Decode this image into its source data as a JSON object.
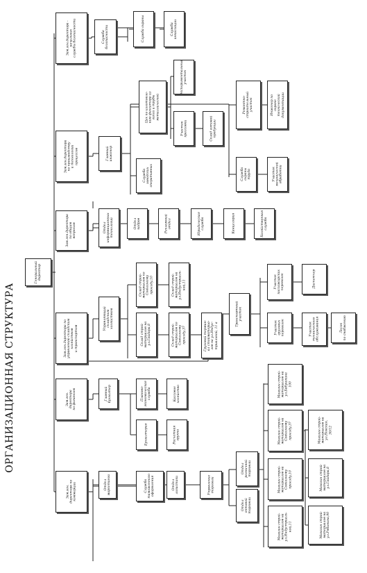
{
  "title": "ОРГАНИЗАЦИОННАЯ СТРУКТУРА",
  "nodes": [
    {
      "id": "gd",
      "text": "Генеральный\nдиректор"
    },
    {
      "id": "d1",
      "text": "Зам.ген.\nдиректора по\nкоммерции"
    },
    {
      "id": "d2",
      "text": "Зам.ген.\nдиректора\nпо финансам"
    },
    {
      "id": "d3",
      "text": "Зам.ген.директора по\nуправлению складским\nхозяйством\nи транспортом"
    },
    {
      "id": "d4",
      "text": "Зам.ген.директора\nпо общим\nвопросам"
    },
    {
      "id": "d5",
      "text": "Зам.ген.директора\nпо производству\nи технологии\nпроцессов"
    },
    {
      "id": "d6",
      "text": "Зам.ген.директора -\nначальник\nслужбы безопасности"
    },
    {
      "id": "n1",
      "text": "Отдел\nмаркетинга"
    },
    {
      "id": "n2",
      "text": "Служба\nтаможенного\nоформления"
    },
    {
      "id": "n3",
      "text": "Отдел\nлогистики"
    },
    {
      "id": "n4",
      "text": "Управление\nторговли"
    },
    {
      "id": "n5",
      "text": "Отдел\nоптовой\nторговли"
    },
    {
      "id": "n6",
      "text": "Отдел\nрозничной\nторговли"
    },
    {
      "id": "m1",
      "text": "Магазин строй-\nматериалов на\nул.Индустриаль-\nной,11"
    },
    {
      "id": "m2",
      "text": "Магазин строй-\nматериалов на\nСовхозному\nпроезду,10"
    },
    {
      "id": "m3",
      "text": "Магазин строй-\nматериалов на\nСовхозному\nпроезду,37"
    },
    {
      "id": "m4",
      "text": "Магазин строй-\nматериалов на\nул.Бабушкина\n100"
    },
    {
      "id": "m5",
      "text": "Магазин строй-\nматериалов на\nул.Рябинина,90"
    },
    {
      "id": "m6",
      "text": "Магазин строй-\nматериалов на\nул.Гайдара,8"
    },
    {
      "id": "m7",
      "text": "Магазин строй-\nматериалов на\nул.Невская,\n30/12"
    },
    {
      "id": "f1",
      "text": "Главный\nбухгалтер"
    },
    {
      "id": "f2",
      "text": "Бухгалтерия"
    },
    {
      "id": "f3",
      "text": "Расчетная\nгруппа"
    },
    {
      "id": "f4",
      "text": "Планово-\nэкономическая\nслужба"
    },
    {
      "id": "f5",
      "text": "Кассовое\nхозяйство"
    },
    {
      "id": "s1",
      "text": "Управляющий\nскладским\nхозяйством"
    },
    {
      "id": "s2",
      "text": "Склад строй-\nматериалов на\nул.Гайдара,8"
    },
    {
      "id": "s3",
      "text": "Склад строй-\nматериалов по\nСовхозному\nпроезду,37"
    },
    {
      "id": "s4",
      "text": "Склад строй-\nматериалов по\nСовхозному\nпроезду,10"
    },
    {
      "id": "s5",
      "text": "Склад строй-\nматериалов на\nул.Индустриаль-\nной,11"
    },
    {
      "id": "s6",
      "text": "Грузовой термин-\nал стойматериа-\nлов на ул.Индус-\nтриальной, 11 а"
    },
    {
      "id": "t1",
      "text": "Транспортный\nучасток"
    },
    {
      "id": "t2",
      "text": "Участок\nгрузовых\nперевозок"
    },
    {
      "id": "t3",
      "text": "Участок\nтехнического\nобслуживания"
    },
    {
      "id": "t4",
      "text": "Участок\nпассажирских\nперевозок"
    },
    {
      "id": "t5",
      "text": "Диспетчер"
    },
    {
      "id": "t6",
      "text": "Лесок\nпо снабжению"
    },
    {
      "id": "o1",
      "text": "Отдел\nинформационных\nтехнологий"
    },
    {
      "id": "o2",
      "text": "Отдел\nкадров"
    },
    {
      "id": "o3",
      "text": "Рекламный\nотдел"
    },
    {
      "id": "o4",
      "text": "Юридическая\nслужба"
    },
    {
      "id": "o5",
      "text": "Канцелярия"
    },
    {
      "id": "o6",
      "text": "Хозяйственная\nслужба"
    },
    {
      "id": "p1",
      "text": "Главный\nинженер"
    },
    {
      "id": "p2",
      "text": "Служба\nзаводских\nоперативных"
    },
    {
      "id": "p3",
      "text": "Цех по изготовле-\nнию фиксатора из\nгипса и трубы\nметаллической"
    },
    {
      "id": "p4",
      "text": "Экспериментальный\nучасток"
    },
    {
      "id": "p5",
      "text": "Участок\nпрессовки"
    },
    {
      "id": "p6",
      "text": "Склад готовой\nпродукции"
    },
    {
      "id": "p7",
      "text": "Ремонтно-\nстроительный\nучасток"
    },
    {
      "id": "p8",
      "text": "Инженер по\nохране\nтехнической\nдокументации"
    },
    {
      "id": "p9",
      "text": "Служба\nохраны\nтруда"
    },
    {
      "id": "p10",
      "text": "Участок\nмеханической\nобработки"
    },
    {
      "id": "b1",
      "text": "Служба\nбезопасности"
    },
    {
      "id": "b2",
      "text": "Служба охраны"
    },
    {
      "id": "b3",
      "text": "Служба\nинкассации"
    }
  ]
}
